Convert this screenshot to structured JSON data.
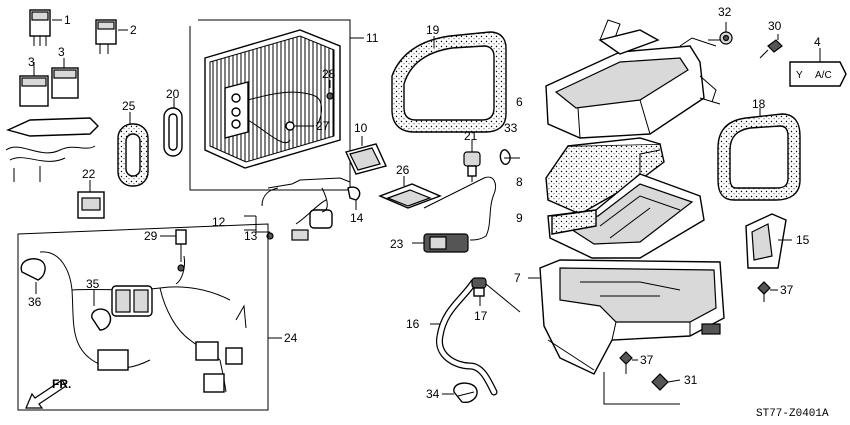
{
  "diagram": {
    "drawing_code": "ST77-Z0401A",
    "direction_label": "FR.",
    "label_4_text": "A/C",
    "callouts": {
      "c1": "1",
      "c2": "2",
      "c3a": "3",
      "c3b": "3",
      "c4": "4",
      "c6": "6",
      "c7": "7",
      "c8": "8",
      "c9": "9",
      "c10": "10",
      "c11": "11",
      "c12": "12",
      "c13": "13",
      "c14": "14",
      "c15": "15",
      "c16": "16",
      "c17": "17",
      "c18": "18",
      "c19": "19",
      "c20": "20",
      "c21": "21",
      "c22": "22",
      "c23": "23",
      "c24": "24",
      "c25": "25",
      "c26": "26",
      "c27": "27",
      "c28": "28",
      "c29": "29",
      "c30": "30",
      "c31": "31",
      "c32": "32",
      "c33": "33",
      "c34": "34",
      "c35": "35",
      "c36": "36",
      "c37a": "37",
      "c37b": "37"
    }
  }
}
